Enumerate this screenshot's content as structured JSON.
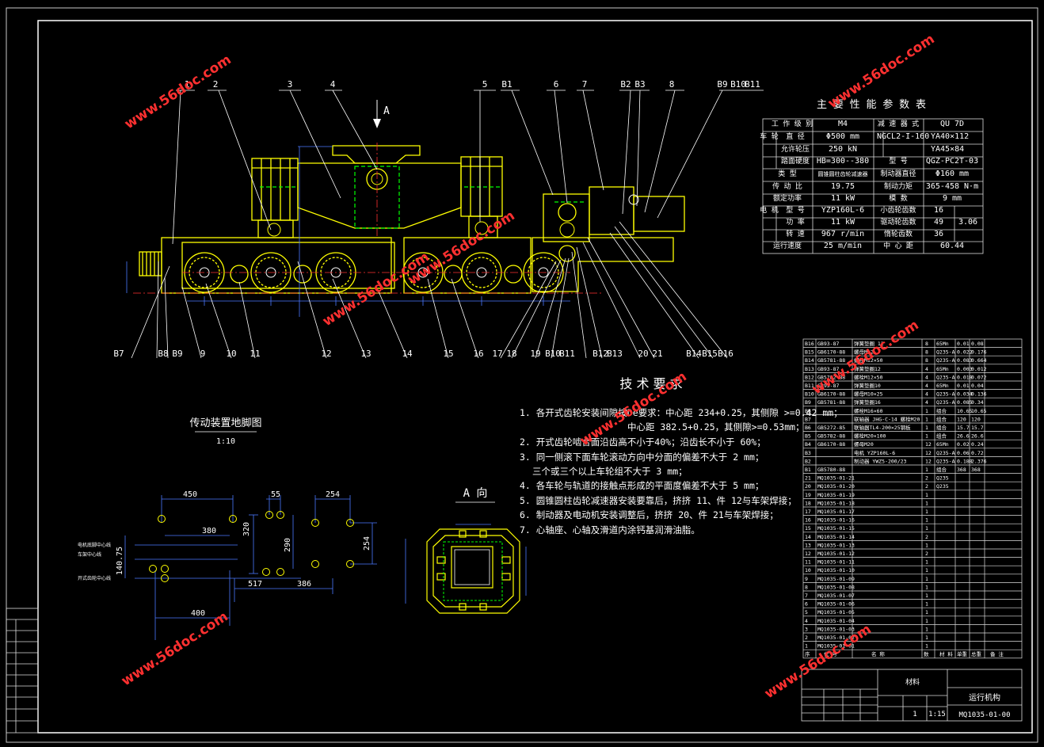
{
  "drawing": {
    "main_view": {
      "top_labels": [
        "1",
        "2",
        "3",
        "4",
        "5",
        "B1",
        "6",
        "7",
        "B2",
        "B3",
        "8",
        "B9",
        "B10",
        "B11"
      ],
      "bottom_labels": [
        "B7",
        "B8",
        "B9",
        "9",
        "10",
        "11",
        "12",
        "13",
        "14",
        "15",
        "16",
        "17",
        "18",
        "19",
        "B10",
        "B11",
        "B12",
        "B13",
        "20",
        "21",
        "B14",
        "B15",
        "B16"
      ],
      "view_arrow_label": "A"
    },
    "spec_table": {
      "title": "主 要 性 能 参 数 表",
      "cells": {
        "r0": [
          "工 作 级 别",
          "M4",
          "减 速 器 式",
          "QU 7D"
        ],
        "r1": [
          "车 轮",
          "直 径",
          "Φ500 mm",
          "NGCL2-I-160",
          "YA40×112",
          "YA45×84"
        ],
        "r2": [
          "允许轮压",
          "250 kN"
        ],
        "r3": [
          "踏面硬度",
          "HB=300--380",
          "型 号",
          "QGZ-PC2T-03"
        ],
        "r4": [
          "类 型",
          "圆锥圆柱齿轮减速器",
          "制动器直径",
          "Φ160 mm"
        ],
        "r5": [
          "传 动 比",
          "19.75",
          "制动力矩",
          "365-458 N·m"
        ],
        "r6": [
          "额定功率",
          "11 kW",
          "模 数",
          "9 mm"
        ],
        "r7": [
          "电 机",
          "型 号",
          "YZP160L-6",
          "小齿轮齿数",
          "16"
        ],
        "r8": [
          "功 率",
          "11 kW",
          "驱动轮齿数",
          "49",
          "3.06"
        ],
        "r9": [
          "转 速",
          "967 r/min",
          "惰轮齿数",
          "36"
        ],
        "r10": [
          "运行速度",
          "25 m/min",
          "中 心 距",
          "60.44"
        ]
      }
    },
    "tech_req": {
      "title": "技  术  要  求",
      "lines": [
        "1. 各开式齿轮安装间隙按De要求：中心距 234+0.25，其侧隙 >=0.42 mm；",
        "中心距 382.5+0.25，其侧隙>=0.53mm；",
        "2. 开式齿轮啮合面沿齿高不小于40%；沿齿长不小于 60%；",
        "3. 同一侧滚下面车轮滚动方向中分面的偏差不大于 2 mm；",
        "三个或三个以上车轮组不大于 3 mm；",
        "4. 各车轮与轨道的接触点形成的平面度偏差不大于 5 mm；",
        "5. 圆锥圆柱齿轮减速器安装要靠后，挤挤 11、件 12与车架焊接；",
        "6. 制动器及电动机安装调整后，挤挤 20、件 21与车架焊接；",
        "7. 心轴座、心轴及滑道内涂钙基润滑油脂。"
      ]
    },
    "foot_plan": {
      "title": "传动装置地脚图",
      "scale": "1:10",
      "dims": [
        "450",
        "55",
        "254",
        "380",
        "320",
        "290",
        "254",
        "140.75",
        "517",
        "386",
        "400"
      ],
      "side_notes": [
        "电机底脚中心线",
        "车架中心线",
        "开式齿轮中心线"
      ]
    },
    "view_a": {
      "title": "A 向"
    },
    "bom": {
      "rows": [
        [
          "B16",
          "GB93-87",
          "弹簧垫圈 12",
          "8",
          "65Mn",
          "0.01",
          "0.08"
        ],
        [
          "B15",
          "GB6170-88",
          "螺母M12",
          "8",
          "Q235-A",
          "0.022",
          "0.176"
        ],
        [
          "B14",
          "GB5781-88",
          "螺栓M12×50",
          "8",
          "Q235-A",
          "0.083",
          "0.664"
        ],
        [
          "B13",
          "GB93-87",
          "弹簧垫圈12",
          "4",
          "65Mn",
          "0.003",
          "0.012"
        ],
        [
          "B12",
          "GB5782-88",
          "螺栓M12×50",
          "4",
          "Q235-A",
          "0.018",
          "0.072"
        ],
        [
          "B11",
          "GB93-87",
          "弹簧垫圈10",
          "4",
          "65Mn",
          "0.01",
          "0.04"
        ],
        [
          "B10",
          "GB6170-88",
          "螺母M10×25",
          "4",
          "Q235-A",
          "0.034",
          "0.136"
        ],
        [
          "B9",
          "GB5781-88",
          "弹簧垫圈16",
          "4",
          "Q235-A",
          "0.085",
          "0.34"
        ],
        [
          "B8",
          "",
          "螺栓M16×60",
          "1",
          "组合",
          "10.65",
          "10.65"
        ],
        [
          "B7",
          "",
          "联轴器 JHG-C-14  螺栓M20",
          "1",
          "组合",
          "120",
          "120"
        ],
        [
          "B6",
          "GB5272-85",
          "联轴器TL4-200×25钢板",
          "1",
          "组合",
          "15.7",
          "15.7"
        ],
        [
          "B5",
          "GB5782-88",
          "螺栓M20×100",
          "1",
          "组合",
          "26.6",
          "26.6"
        ],
        [
          "B4",
          "GB6170-88",
          "螺母M20",
          "12",
          "65Mn",
          "0.02",
          "0.24"
        ],
        [
          "B3",
          "",
          "电机 YZP160L-6",
          "12",
          "Q235-A",
          "0.06",
          "0.72"
        ],
        [
          "B2",
          "",
          "制动器 YWZ5-200/23",
          "12",
          "Q235-A",
          "0.188",
          "2.376"
        ],
        [
          "B1",
          "GB5780-88",
          "",
          "1",
          "组合",
          "368",
          "368"
        ],
        [
          "21",
          "MQ1035-01-21",
          "",
          "2",
          "Q235",
          ""
        ],
        [
          "20",
          "MQ1035-01-20",
          "",
          "2",
          "Q235",
          ""
        ],
        [
          "19",
          "MQ1035-01-19",
          "",
          "1",
          "",
          ""
        ],
        [
          "18",
          "MQ1035-01-18",
          "",
          "1",
          "",
          ""
        ],
        [
          "17",
          "MQ1035-01-17",
          "",
          "1",
          "",
          ""
        ],
        [
          "16",
          "MQ1035-01-16",
          "",
          "1",
          "",
          ""
        ],
        [
          "15",
          "MQ1035-01-15",
          "",
          "1",
          "",
          ""
        ],
        [
          "14",
          "MQ1035-01-14",
          "",
          "2",
          "",
          ""
        ],
        [
          "13",
          "MQ1035-01-13",
          "",
          "1",
          "",
          ""
        ],
        [
          "12",
          "MQ1035-01-12",
          "",
          "2",
          "",
          ""
        ],
        [
          "11",
          "MQ1035-01-11",
          "",
          "1",
          "",
          ""
        ],
        [
          "10",
          "MQ1035-01-10",
          "",
          "1",
          "",
          ""
        ],
        [
          "9",
          "MQ1035-01-09",
          "",
          "1",
          "",
          ""
        ],
        [
          "8",
          "MQ1035-01-08",
          "",
          "1",
          "",
          ""
        ],
        [
          "7",
          "MQ1035-01-07",
          "",
          "1",
          "",
          ""
        ],
        [
          "6",
          "MQ1035-01-06",
          "",
          "1",
          "",
          ""
        ],
        [
          "5",
          "MQ1035-01-05",
          "",
          "1",
          "",
          ""
        ],
        [
          "4",
          "MQ1035-01-04",
          "",
          "1",
          "",
          ""
        ],
        [
          "3",
          "MQ1035-01-03",
          "",
          "1",
          "",
          ""
        ],
        [
          "2",
          "MQ1035-01-02",
          "",
          "1",
          "",
          ""
        ],
        [
          "1",
          "MQ1035-01-01",
          "",
          "1",
          "",
          ""
        ]
      ],
      "footer": [
        "序",
        "代 号",
        "名 称",
        "数",
        "材 料",
        "单重",
        "总重",
        "备 注"
      ]
    },
    "title_block": {
      "material_label": "材料",
      "drawing_name": "运行机构",
      "scale": "1:15",
      "sheet": "1",
      "drawing_no": "MQ1035-01-00"
    },
    "watermark": "www.56doc.com"
  }
}
